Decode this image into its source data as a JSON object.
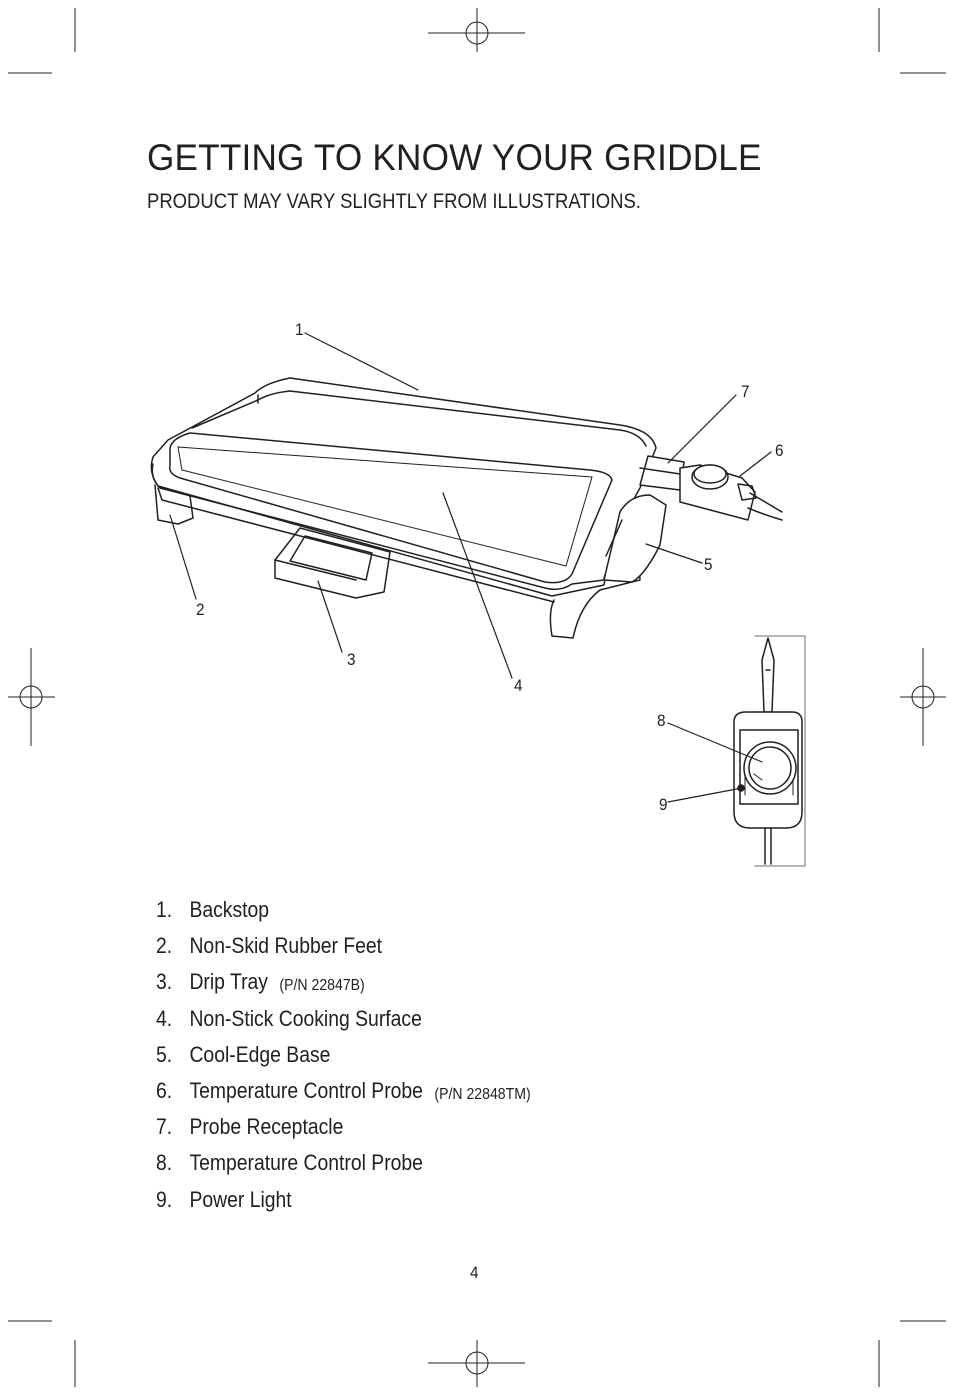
{
  "page": {
    "title": "GETTING TO KNOW YOUR GRIDDLE",
    "subtitle": "PRODUCT MAY VARY SLIGHTLY FROM ILLUSTRATIONS.",
    "page_number": "4"
  },
  "callouts": [
    "1",
    "2",
    "3",
    "4",
    "5",
    "6",
    "7",
    "8",
    "9"
  ],
  "parts": [
    {
      "num": "1.",
      "label": "Backstop",
      "pn": ""
    },
    {
      "num": "2.",
      "label": "Non-Skid Rubber Feet",
      "pn": ""
    },
    {
      "num": "3.",
      "label": "Drip Tray",
      "pn": "(P/N 22847B)"
    },
    {
      "num": "4.",
      "label": "Non-Stick Cooking Surface",
      "pn": ""
    },
    {
      "num": "5.",
      "label": "Cool-Edge Base",
      "pn": ""
    },
    {
      "num": "6.",
      "label": "Temperature Control Probe",
      "pn": "(P/N 22848TM)"
    },
    {
      "num": "7.",
      "label": "Probe Receptacle",
      "pn": ""
    },
    {
      "num": "8.",
      "label": "Temperature Control Probe",
      "pn": ""
    },
    {
      "num": "9.",
      "label": "Power Light",
      "pn": ""
    }
  ],
  "colors": {
    "ink": "#231f20",
    "paper": "#ffffff"
  }
}
